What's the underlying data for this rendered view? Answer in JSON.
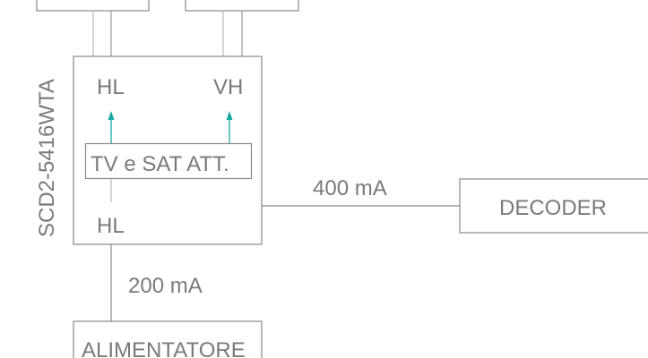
{
  "device_label": "SCD2-5416WTA",
  "ports": {
    "top_left": "HL",
    "top_right": "VH",
    "bottom": "HL"
  },
  "attenuator_label": "TV e SAT ATT.",
  "decoder": {
    "label": "DECODER",
    "current": "400 mA"
  },
  "power_supply": {
    "label": "ALIMENTATORE",
    "current": "200 mA"
  },
  "colors": {
    "line": "#7a7a7a",
    "arrow": "#1aa9a4"
  }
}
